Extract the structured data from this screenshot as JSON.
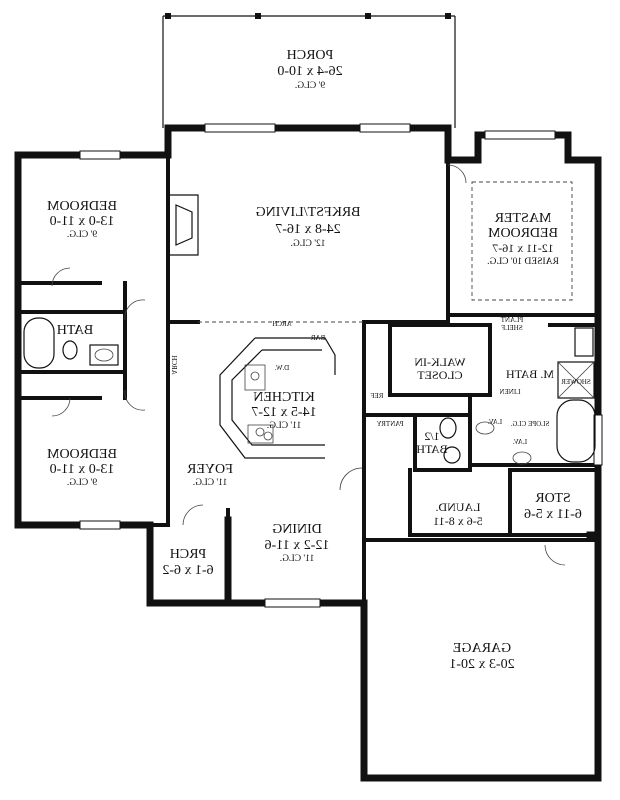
{
  "rooms": {
    "porch": {
      "name": "PORCH",
      "size": "26-4 x 10-0",
      "clg": "9' CLG."
    },
    "living": {
      "name": "BRKFST/LIVING",
      "size": "24-8 x 16-7",
      "clg": "12' CLG."
    },
    "master": {
      "name1": "MASTER",
      "name2": "BEDROOM",
      "size": "12-11 x 16-7",
      "clg": "RAISED 10' CLG."
    },
    "bed1": {
      "name": "BEDROOM",
      "size": "13-0 x 11-0",
      "clg": "9' CLG."
    },
    "bath": {
      "name": "BATH"
    },
    "bed2": {
      "name": "BEDROOM",
      "size": "13-0 x 11-0",
      "clg": "9' CLG."
    },
    "kitchen": {
      "name": "KITCHEN",
      "size": "14-5 x 12-7",
      "clg": "11' CLG."
    },
    "walkin": {
      "name1": "WALK-IN",
      "name2": "CLOSET"
    },
    "mbath": {
      "name": "M. BATH"
    },
    "halfbath": {
      "name1": "1/2",
      "name2": "BATH"
    },
    "foyer": {
      "name": "FOYER",
      "clg": "11' CLG."
    },
    "laund": {
      "name": "LAUND.",
      "size": "5-6 x 8-11"
    },
    "stor": {
      "name": "STOR",
      "size": "6-11 x 5-6"
    },
    "dining": {
      "name": "DINING",
      "size": "12-2 x 11-6",
      "clg": "11' CLG."
    },
    "prch": {
      "name": "PRCH",
      "size": "6-1 x 6-2"
    },
    "garage": {
      "name": "GARAGE",
      "size": "20-3 x 20-1"
    }
  },
  "annotations": {
    "arch_top": "ARCH",
    "arch_side": "ARCH",
    "arch_prch": "ARCH",
    "bar": "BAR",
    "dw": "D.W.",
    "ref": "REF",
    "pantry": "PANTRY",
    "plant_shelf1": "PLANT",
    "plant_shelf2": "SHELF",
    "linen": "LINEN",
    "shower": "SHOWER",
    "slope_clg": "SLOPE CLG.",
    "lav1": "LAV.",
    "lav2": "LAV."
  }
}
